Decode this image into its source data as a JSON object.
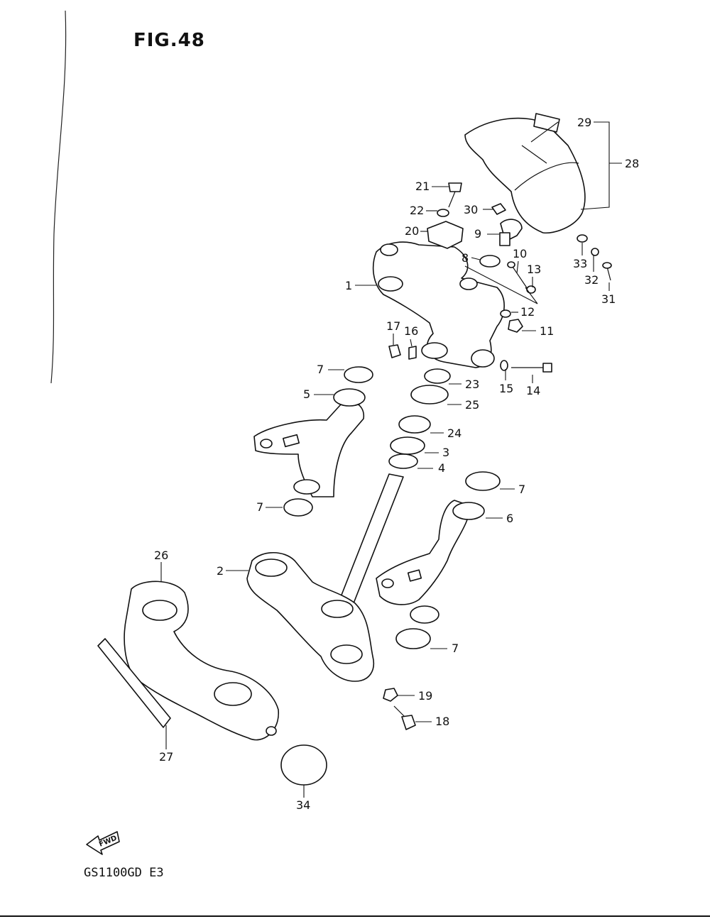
{
  "figure_title": "FIG.48",
  "model_code": "GS1100GD E3",
  "fwd_label": "FWD",
  "callouts": [
    "1",
    "2",
    "3",
    "4",
    "5",
    "6",
    "7",
    "8",
    "9",
    "10",
    "11",
    "12",
    "13",
    "14",
    "15",
    "16",
    "17",
    "18",
    "19",
    "20",
    "21",
    "22",
    "23",
    "24",
    "25",
    "26",
    "27",
    "28",
    "29",
    "30",
    "31",
    "32",
    "33",
    "34"
  ]
}
